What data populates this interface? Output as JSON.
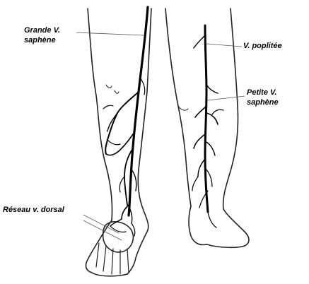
{
  "labels": {
    "grande_veine": [
      "Grande V.",
      "saphène"
    ],
    "veine_poplitee": "V. poplitée",
    "petite_veine": [
      "Petite V.",
      "saphène"
    ],
    "reseau_dorsal": "Réseau v. dorsal"
  },
  "colors": {
    "outline": "#222222",
    "vein": "#000000",
    "leader": "#555555",
    "background": "#ffffff"
  }
}
